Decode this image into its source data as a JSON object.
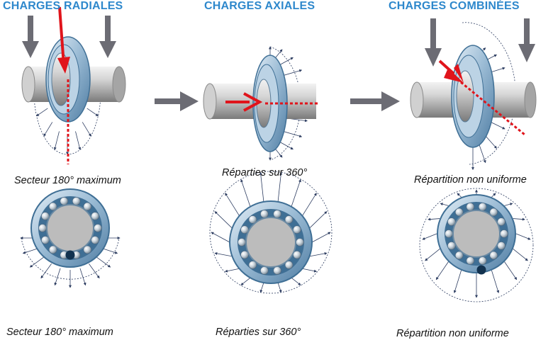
{
  "colors": {
    "title_blue": "#2e88cc",
    "shaft_gray": "#b8b8b8",
    "ring_blue": "#8fb3cf",
    "ring_dark": "#3f6f95",
    "ring_light": "#d9e8f3",
    "arrow_gray": "#6c6c74",
    "load_red": "#e0141b",
    "vector_navy": "#2c3c60"
  },
  "panels": [
    {
      "title": "CHARGES RADIALES",
      "caption_top": "Secteur 180° maximum",
      "caption_bottom": "Secteur 180° maximum"
    },
    {
      "title": "CHARGES AXIALES",
      "caption_top": "Réparties sur 360°",
      "caption_bottom": "Réparties sur 360°"
    },
    {
      "title": "CHARGES COMBINÉES",
      "caption_top": "Répartition non uniforme",
      "caption_bottom": "Répartition non uniforme"
    }
  ]
}
